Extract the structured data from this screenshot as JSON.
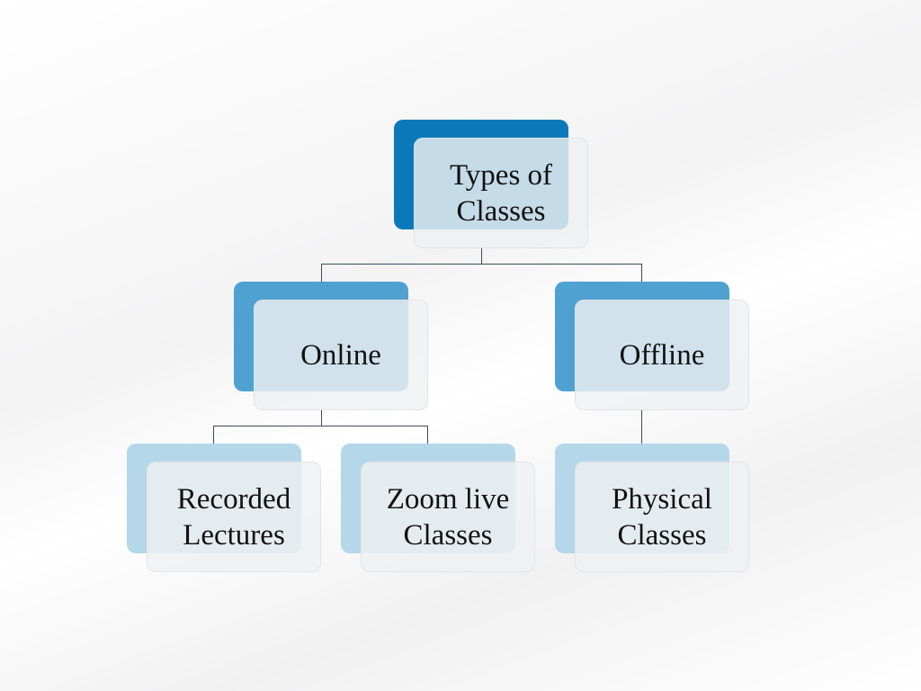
{
  "colors": {
    "level1": "#0b79b9",
    "level2": "#4fa1d1",
    "level3": "#b4d7ea"
  },
  "root": {
    "label": "Types of\nClasses"
  },
  "children": [
    {
      "label": "Online",
      "children": [
        {
          "label": "Recorded\nLectures"
        },
        {
          "label": "Zoom live\nClasses"
        }
      ]
    },
    {
      "label": "Offline",
      "children": [
        {
          "label": "Physical\nClasses"
        }
      ]
    }
  ]
}
